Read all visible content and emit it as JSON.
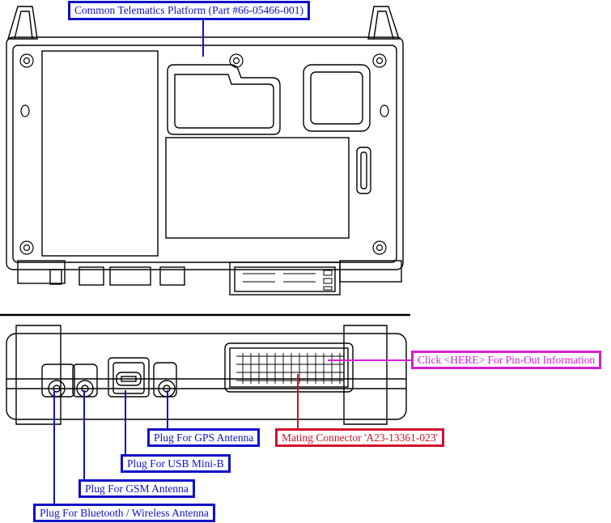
{
  "callouts": {
    "title": "Common Telematics Platform (Part #66-05466-001)",
    "pinout_link": "Click <HERE> For Pin-Out Information",
    "mating_connector": "Mating Connector 'A23-13361-023'",
    "gps": "Plug For GPS Antenna",
    "usb": "Plug For USB Mini-B",
    "gsm": "Plug For GSM Antenna",
    "bluetooth": "Plug For Bluetooth / Wireless Antenna"
  },
  "colors": {
    "callout_blue": "#1010c8",
    "connector_red": "#d0112b",
    "link_magenta": "#d61ed6",
    "line_art": "#000000"
  }
}
